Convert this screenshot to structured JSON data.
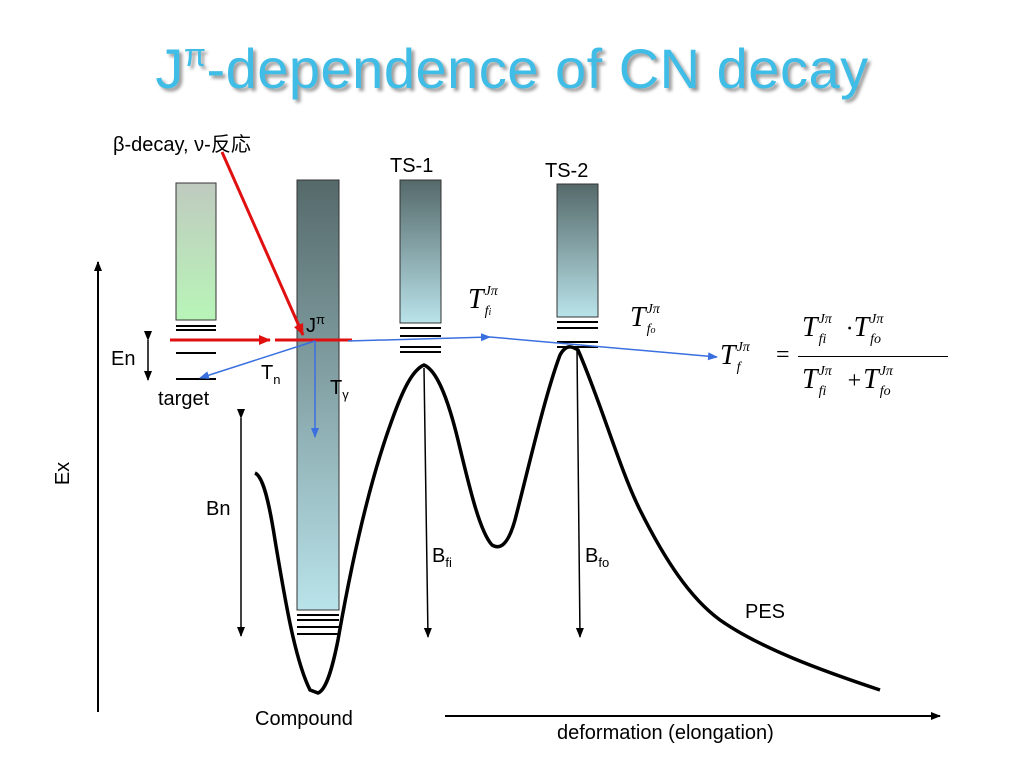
{
  "title": {
    "main": "J",
    "sup": "π",
    "rest": "-dependence of CN decay"
  },
  "labels": {
    "beta_decay": "β-decay, ν-反応",
    "ts1": "TS-1",
    "ts2": "TS-2",
    "jpi": "J",
    "jpi_sup": "π",
    "en": "En",
    "tn": "T",
    "tn_sub": "n",
    "tgamma": "T",
    "tgamma_sub": "γ",
    "target": "target",
    "ex": "Ex",
    "bn": "Bn",
    "bfi": "B",
    "bfi_sub": "fi",
    "bfo": "B",
    "bfo_sub": "fo",
    "pes": "PES",
    "compound": "Compound",
    "deformation": "deformation (elongation)"
  },
  "symbols": {
    "t": "T",
    "jpi": "Jπ",
    "fi_f": "f",
    "fi_i": "i",
    "fo_f": "f",
    "fo_o": "o",
    "f": "f",
    "fi": "fi",
    "fo": "fo",
    "equals": "=",
    "dot": "·",
    "plus": "+"
  },
  "colors": {
    "title": "#3fbde6",
    "red_arrow": "#e01010",
    "blue_arrow": "#3a6fe0",
    "bar_top": "#55696a",
    "bar_bottom": "#b9e3ea",
    "green_top": "#bfcabf",
    "green_bottom": "#b8f5b8"
  }
}
